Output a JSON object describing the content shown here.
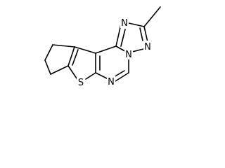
{
  "molecule": {
    "atoms": [
      {
        "id": "a1",
        "label": "N"
      },
      {
        "id": "a2",
        "label": "N"
      },
      {
        "id": "a3",
        "label": "N"
      },
      {
        "id": "a4",
        "label": "S"
      },
      {
        "id": "a5",
        "label": "N"
      }
    ]
  },
  "colors": {
    "bond": "#000000",
    "label": "#000000",
    "background": "#ffffff"
  }
}
